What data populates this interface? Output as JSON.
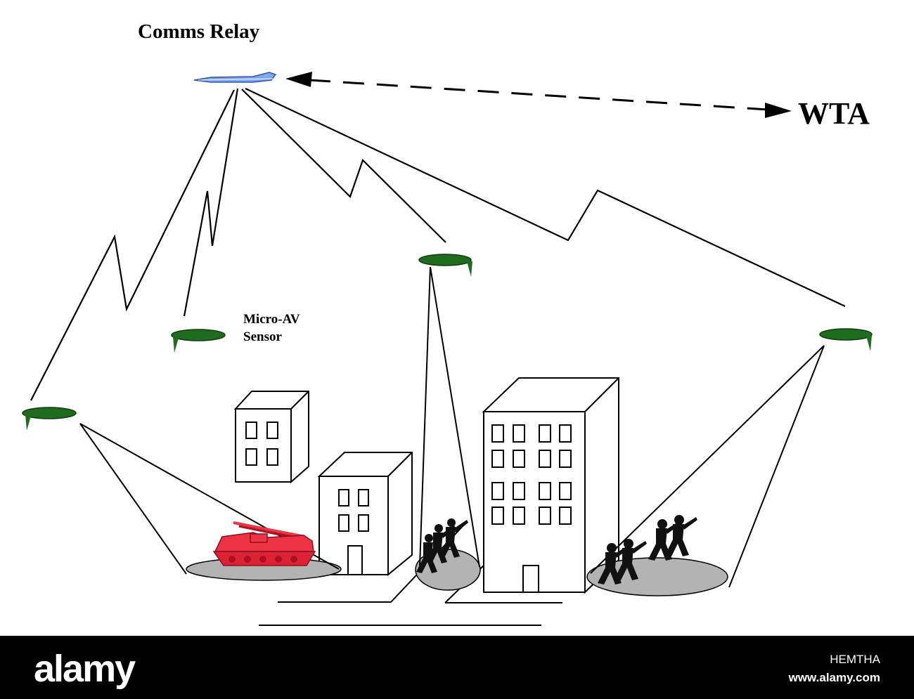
{
  "diagram": {
    "comms_relay_label": "Comms Relay",
    "wta_label": "WTA",
    "sensor_label_line1": "Micro-AV",
    "sensor_label_line2": "Sensor",
    "colors": {
      "relay_aircraft": "#7fa6f0",
      "micro_av": "#1f6b1f",
      "tank": "#ee3344",
      "footprint": "#b3b3b3",
      "soldier": "#111111"
    },
    "icons": [
      "aircraft-icon",
      "micro-av-icon",
      "tank-icon",
      "soldier-icon",
      "building-icon"
    ]
  },
  "watermark": {
    "logo": "alamy",
    "image_id": "HEMTHA",
    "site": "www.alamy.com"
  }
}
